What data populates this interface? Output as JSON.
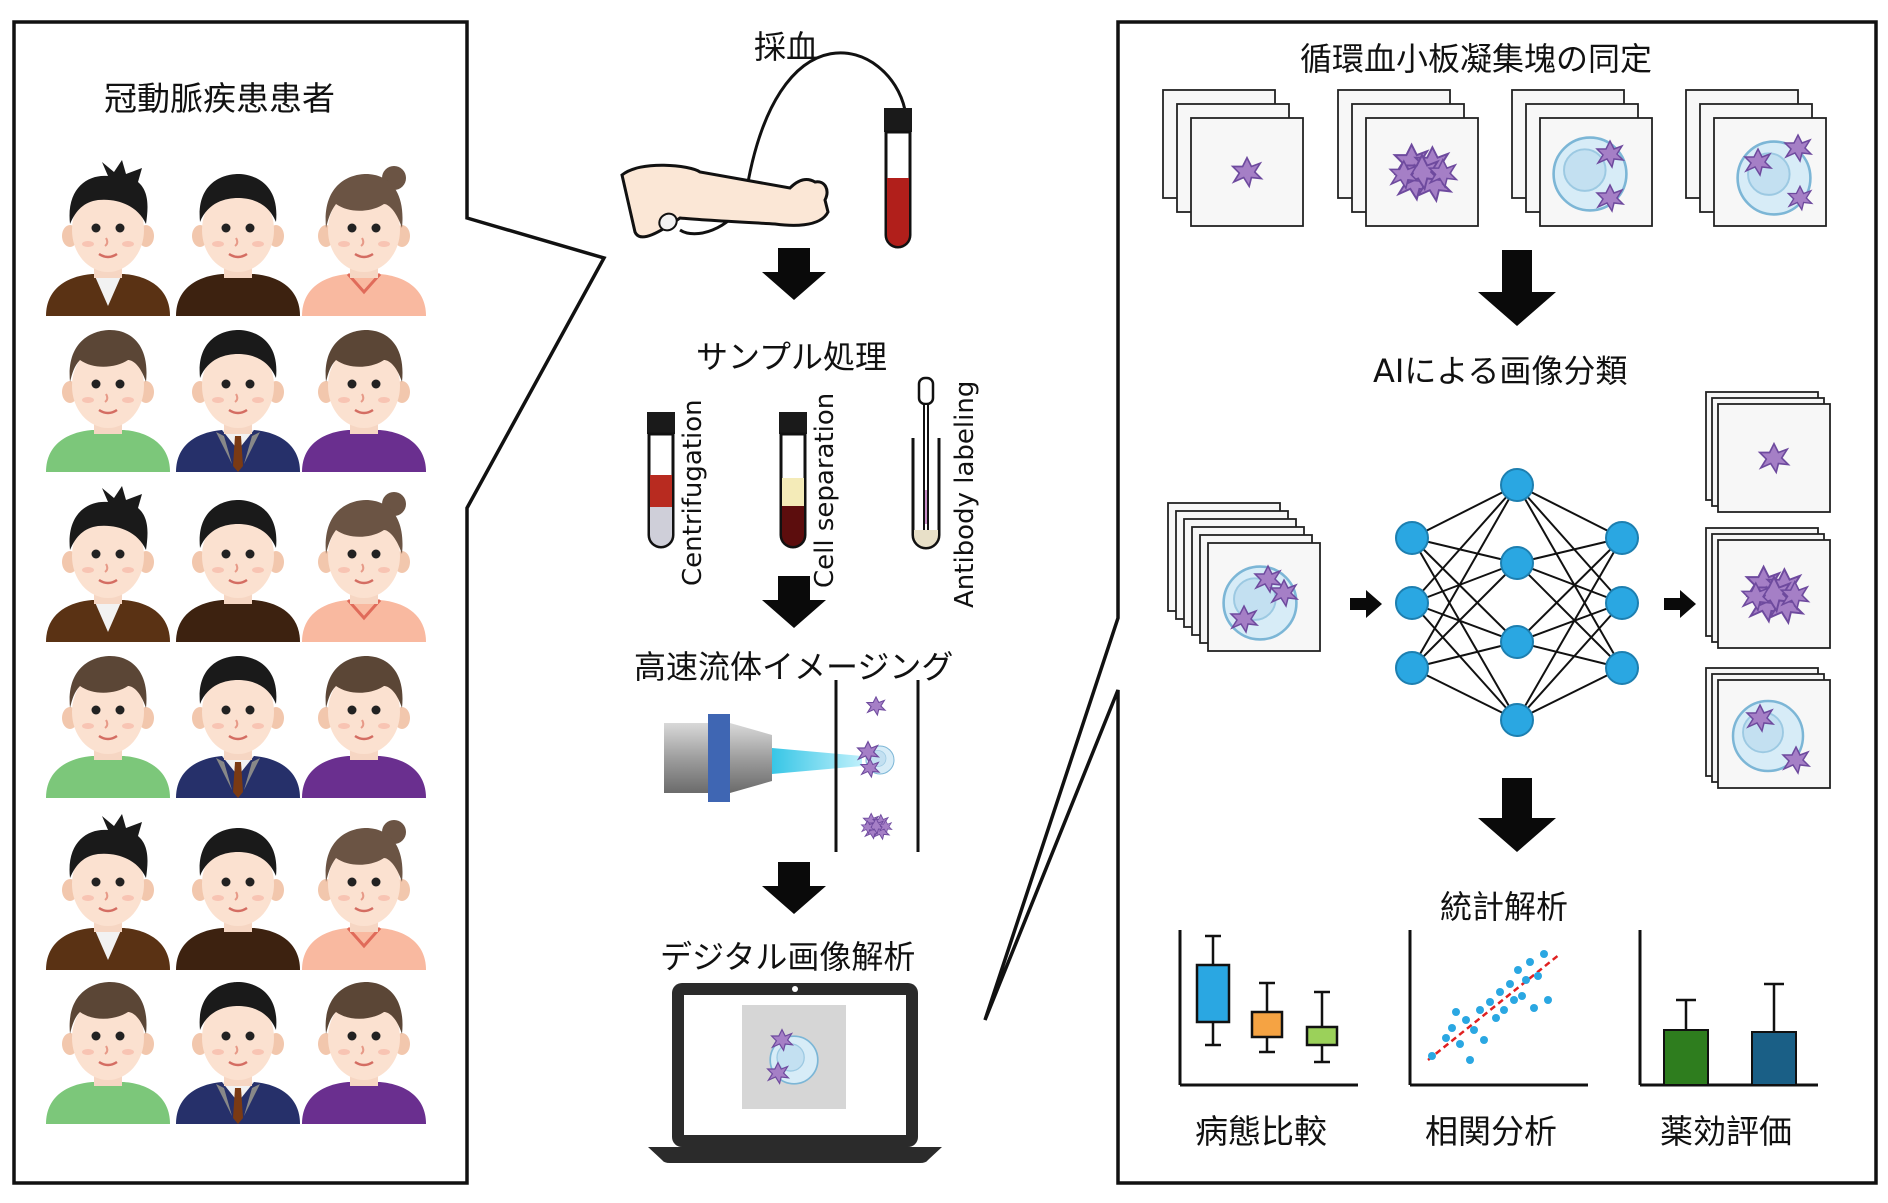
{
  "left_panel": {
    "title": "冠動脈疾患患者"
  },
  "center": {
    "blood_draw": "採血",
    "sample_processing": "サンプル処理",
    "tubes": [
      "Centrifugation",
      "Cell separation",
      "Antibody labeling"
    ],
    "imaging": "高速流体イメージング",
    "analysis": "デジタル画像解析"
  },
  "right_panel": {
    "title": "循環血小板凝集塊の同定",
    "ai_classification": "AIによる画像分類",
    "statistics": "統計解析",
    "analyses": [
      "病態比較",
      "相関分析",
      "薬効評価"
    ]
  },
  "colors": {
    "platelet": "#a57fc6",
    "cell": "#cfe6f3",
    "node": "#2aa7e2",
    "arrow": "#0a0a0a",
    "blood": "#b11f1b",
    "box_blue": "#2aa7e2",
    "box_orange": "#f5a343",
    "box_green": "#9bd15a",
    "bar_green": "#2e7d1e",
    "bar_blue": "#1a5f86",
    "trend": "#e02020"
  }
}
